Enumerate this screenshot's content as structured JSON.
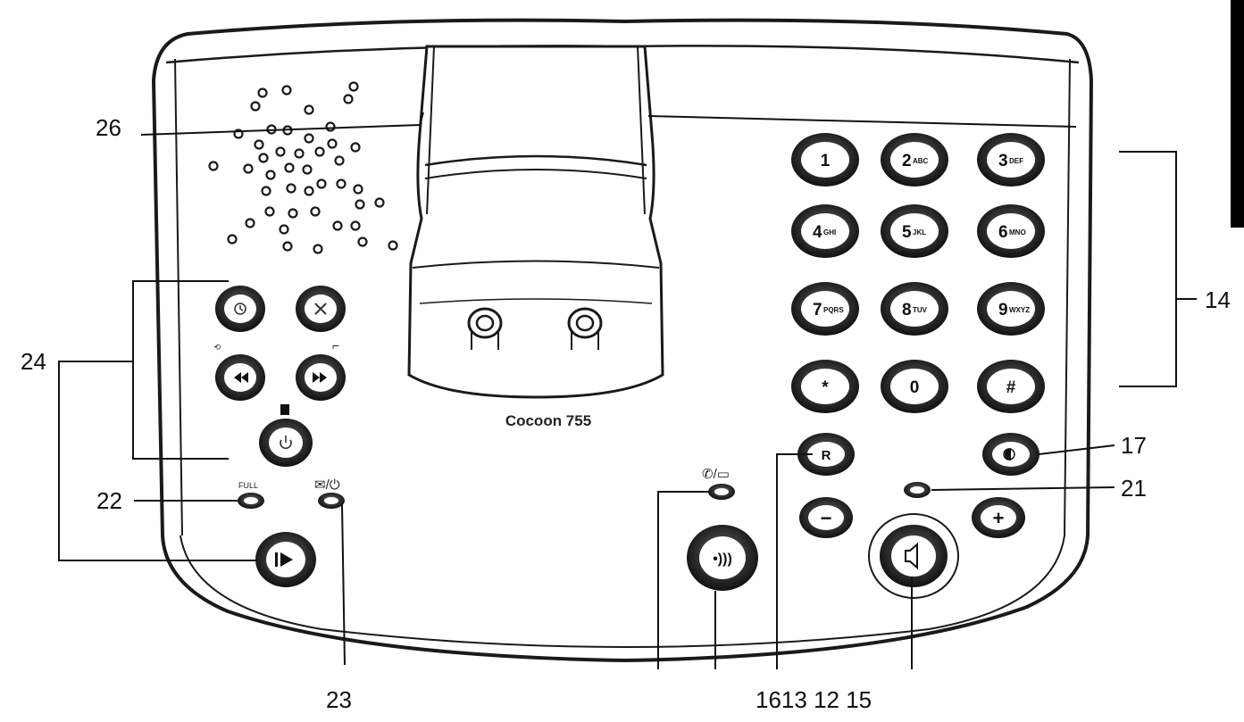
{
  "device": {
    "model_name": "Cocoon 755"
  },
  "keypad": [
    {
      "main": "1",
      "sub": ""
    },
    {
      "main": "2",
      "sub": "ABC"
    },
    {
      "main": "3",
      "sub": "DEF"
    },
    {
      "main": "4",
      "sub": "GHI"
    },
    {
      "main": "5",
      "sub": "JKL"
    },
    {
      "main": "6",
      "sub": "MNO"
    },
    {
      "main": "7",
      "sub": "PQRS"
    },
    {
      "main": "8",
      "sub": "TUV"
    },
    {
      "main": "9",
      "sub": "WXYZ"
    },
    {
      "main": "*",
      "sub": ""
    },
    {
      "main": "0",
      "sub": ""
    },
    {
      "main": "#",
      "sub": ""
    }
  ],
  "buttons": {
    "recall_label": "R",
    "full_label": "FULL",
    "vol_down_label": "−",
    "vol_up_label": "+"
  },
  "callouts": {
    "c26": "26",
    "c24": "24",
    "c22": "22",
    "c23": "23",
    "c14": "14",
    "c17": "17",
    "c21": "21",
    "c_bottom": "1613 12 15"
  },
  "colors": {
    "outline": "#1a1a1a",
    "body_fill": "#ffffff",
    "ring_fill": "#2a2a2a",
    "tab_fill": "#000000"
  }
}
